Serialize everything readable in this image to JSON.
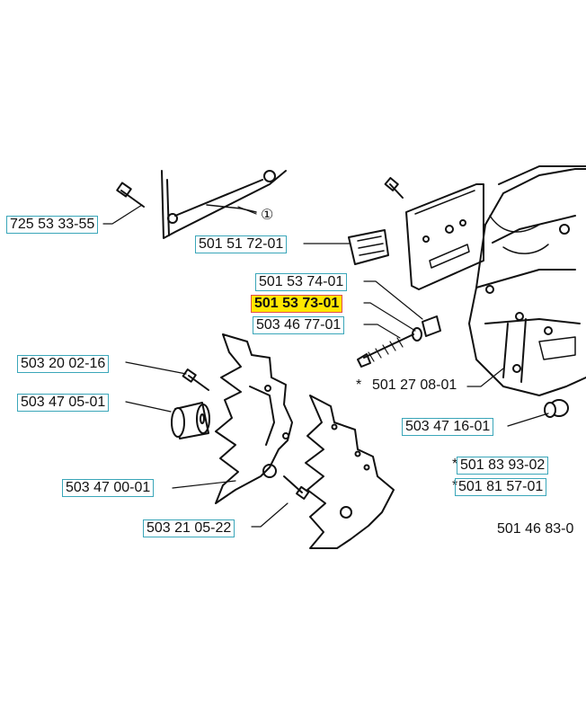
{
  "colors": {
    "label_box": "#3aa6b9",
    "highlight": "#ffe800",
    "highlight_border": "#e05050",
    "ink": "#111111"
  },
  "callout_marker": "①",
  "asterisk": "*",
  "parts": {
    "p725_53_33_55": "725 53 33-55",
    "p501_51_72_01": "501 51 72-01",
    "p501_53_74_01": "501 53 74-01",
    "p501_53_73_01": "501 53 73-01",
    "p503_46_77_01": "503 46 77-01",
    "p501_27_08_01": "501 27 08-01",
    "p503_20_02_16": "503 20 02-16",
    "p503_47_05_01": "503 47 05-01",
    "p503_47_16_01": "503 47 16-01",
    "p501_83_93_02": "501 83 93-02",
    "p501_81_57_01": "501 81 57-01",
    "p503_47_00_01": "503 47 00-01",
    "p503_21_05_22": "503 21 05-22",
    "p501_46_83": "501 46 83-0"
  }
}
